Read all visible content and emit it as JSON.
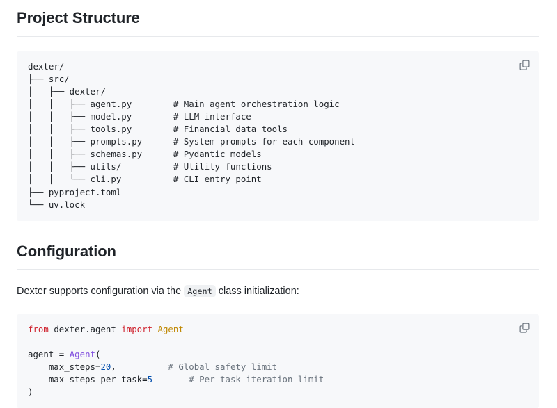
{
  "sections": [
    {
      "heading": "Project Structure",
      "copy_icon": "copy-icon",
      "code": "dexter/\n├── src/\n│   ├── dexter/\n│   │   ├── agent.py        # Main agent orchestration logic\n│   │   ├── model.py        # LLM interface\n│   │   ├── tools.py        # Financial data tools\n│   │   ├── prompts.py      # System prompts for each component\n│   │   ├── schemas.py      # Pydantic models\n│   │   ├── utils/          # Utility functions\n│   │   └── cli.py          # CLI entry point\n├── pyproject.toml\n└── uv.lock"
    },
    {
      "heading": "Configuration",
      "copy_icon": "copy-icon",
      "paragraph": {
        "before": "Dexter supports configuration via the",
        "code": "Agent",
        "after": "class initialization:"
      },
      "code_lines": [
        [
          {
            "t": "from ",
            "c": "keyword"
          },
          {
            "t": "dexter.agent ",
            "c": "plain"
          },
          {
            "t": "import ",
            "c": "keyword"
          },
          {
            "t": "Agent",
            "c": "class"
          }
        ],
        [],
        [
          {
            "t": "agent = ",
            "c": "plain"
          },
          {
            "t": "Agent",
            "c": "func"
          },
          {
            "t": "(",
            "c": "plain"
          }
        ],
        [
          {
            "t": "    max_steps=",
            "c": "plain"
          },
          {
            "t": "20",
            "c": "num"
          },
          {
            "t": ",          ",
            "c": "plain"
          },
          {
            "t": "# Global safety limit",
            "c": "comment"
          }
        ],
        [
          {
            "t": "    max_steps_per_task=",
            "c": "plain"
          },
          {
            "t": "5",
            "c": "num"
          },
          {
            "t": "       ",
            "c": "plain"
          },
          {
            "t": "# Per-task iteration limit",
            "c": "comment"
          }
        ],
        [
          {
            "t": ")",
            "c": "plain"
          }
        ]
      ]
    }
  ],
  "colors": {
    "code_background": "#f7f8fa",
    "keyword": "#cf222e",
    "class": "#bf8700",
    "function": "#8250df",
    "number": "#0550ae",
    "comment": "#6a737d",
    "rule": "#e7e9ec"
  }
}
